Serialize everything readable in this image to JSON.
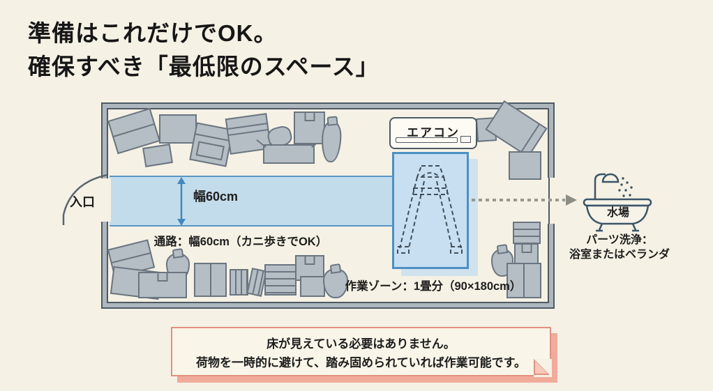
{
  "title": {
    "line1": "準備はこれだけでOK。",
    "line2": "確保すべき「最低限のスペース」"
  },
  "room": {
    "entrance_label": "入口",
    "aircon_label": "エアコン",
    "corridor": {
      "width_label": "幅60cm",
      "caption": "通路：幅60cm（カニ歩きでOK）"
    },
    "work_zone_caption": "作業ゾーン：1畳分（90×180cm）"
  },
  "washing": {
    "water_label": "水場",
    "caption_line1": "パーツ洗浄：",
    "caption_line2": "浴室またはベランダ"
  },
  "note": {
    "line1": "床が見えている必要はありません。",
    "line2": "荷物を一時的に避けて、踏み固められていれば作業可能です。"
  },
  "colors": {
    "background": "#f5f1e4",
    "wall_fill": "#aeb7be",
    "wall_line": "#4e5a63",
    "corridor_fill": "#c3dcec",
    "corridor_edge": "#5897c6",
    "work_zone_fill": "#c7dff0",
    "work_zone_border": "#4b90c5",
    "arrow_blue": "#4288be",
    "clutter_fill": "#b6bec5",
    "clutter_line": "#6a7580",
    "note_border": "#e2907f",
    "note_shadow": "#f0ab9b",
    "bath_icon": "#3a5568",
    "connector_gray": "#98988f"
  },
  "icons": [
    "air-conditioner-icon",
    "stepladder-icon",
    "bathtub-icon",
    "shower-head-icon",
    "door-swing-icon",
    "dotted-arrow-icon",
    "width-arrow-icon"
  ]
}
